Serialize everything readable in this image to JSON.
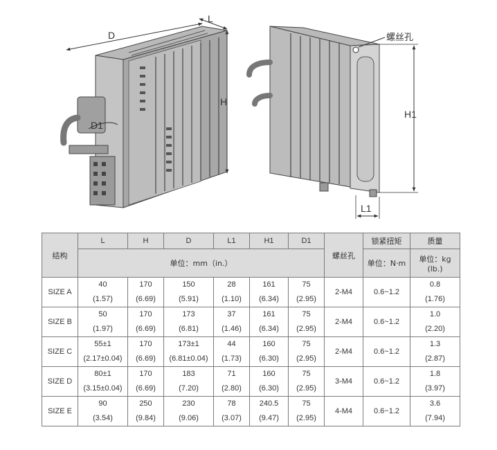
{
  "drawing": {
    "left": {
      "dim_L": "L",
      "dim_D": "D",
      "dim_H": "H",
      "dim_D1": "D1"
    },
    "right": {
      "screw_hole_label": "螺丝孔",
      "dim_H1": "H1",
      "dim_L1": "L1"
    }
  },
  "table": {
    "header": {
      "structure": "结构",
      "cols": [
        "L",
        "H",
        "D",
        "L1",
        "H1",
        "D1"
      ],
      "unit_text": "单位：mm（in.）",
      "screw_hole": "螺丝孔",
      "torque": "锁紧扭矩",
      "torque_unit": "单位：N·m",
      "mass": "质量",
      "mass_unit": "单位：kg (lb.)"
    },
    "rows": [
      {
        "size": "SIZE A",
        "L": [
          "40",
          "(1.57)"
        ],
        "H": [
          "170",
          "(6.69)"
        ],
        "D": [
          "150",
          "(5.91)"
        ],
        "L1": [
          "28",
          "(1.10)"
        ],
        "H1": [
          "161",
          "(6.34)"
        ],
        "D1": [
          "75",
          "(2.95)"
        ],
        "screw": "2-M4",
        "torque": "0.6~1.2",
        "mass": [
          "0.8",
          "(1.76)"
        ]
      },
      {
        "size": "SIZE B",
        "L": [
          "50",
          "(1.97)"
        ],
        "H": [
          "170",
          "(6.69)"
        ],
        "D": [
          "173",
          "(6.81)"
        ],
        "L1": [
          "37",
          "(1.46)"
        ],
        "H1": [
          "161",
          "(6.34)"
        ],
        "D1": [
          "75",
          "(2.95)"
        ],
        "screw": "2-M4",
        "torque": "0.6~1.2",
        "mass": [
          "1.0",
          "(2.20)"
        ]
      },
      {
        "size": "SIZE C",
        "L": [
          "55±1",
          "(2.17±0.04)"
        ],
        "H": [
          "170",
          "(6.69)"
        ],
        "D": [
          "173±1",
          "(6.81±0.04)"
        ],
        "L1": [
          "44",
          "(1.73)"
        ],
        "H1": [
          "160",
          "(6.30)"
        ],
        "D1": [
          "75",
          "(2.95)"
        ],
        "screw": "2-M4",
        "torque": "0.6~1.2",
        "mass": [
          "1.3",
          "(2.87)"
        ]
      },
      {
        "size": "SIZE D",
        "L": [
          "80±1",
          "(3.15±0.04)"
        ],
        "H": [
          "170",
          "(6.69)"
        ],
        "D": [
          "183",
          "(7.20)"
        ],
        "L1": [
          "71",
          "(2.80)"
        ],
        "H1": [
          "160",
          "(6.30)"
        ],
        "D1": [
          "75",
          "(2.95)"
        ],
        "screw": "3-M4",
        "torque": "0.6~1.2",
        "mass": [
          "1.8",
          "(3.97)"
        ]
      },
      {
        "size": "SIZE E",
        "L": [
          "90",
          "(3.54)"
        ],
        "H": [
          "250",
          "(9.84)"
        ],
        "D": [
          "230",
          "(9.06)"
        ],
        "L1": [
          "78",
          "(3.07)"
        ],
        "H1": [
          "240.5",
          "(9.47)"
        ],
        "D1": [
          "75",
          "(2.95)"
        ],
        "screw": "4-M4",
        "torque": "0.6~1.2",
        "mass": [
          "3.6",
          "(7.94)"
        ]
      }
    ]
  }
}
